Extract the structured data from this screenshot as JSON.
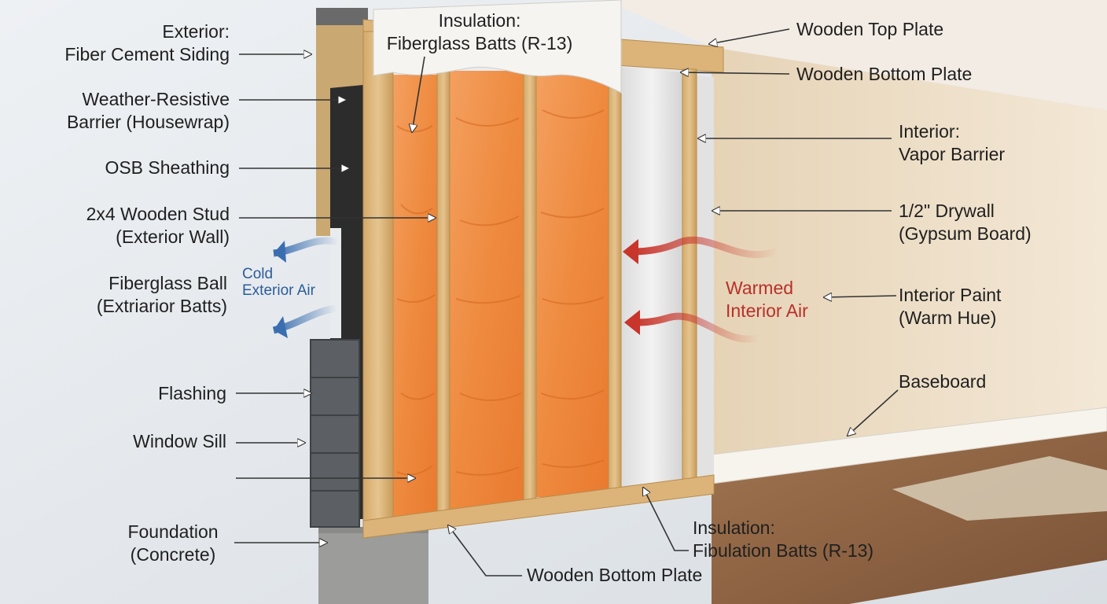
{
  "colors": {
    "insulation": "#f08a3c",
    "wood": "#dcb47a",
    "siding": "#5c6064",
    "wall_paint": "#efe1cb",
    "cold_air": "#3a6eb0",
    "warm_air": "#c8352b"
  },
  "labels": {
    "exterior_siding": [
      "Exterior:",
      "Fiber Cement Siding"
    ],
    "housewrap": [
      "Weather-Resistive",
      "Barrier (Housewrap)"
    ],
    "osb": [
      "OSB Sheathing"
    ],
    "stud": [
      "2x4 Wooden Stud",
      "(Exterior Wall)"
    ],
    "fiberglass_ball": [
      "Fiberglass Ball",
      "(Extriarior Batts)"
    ],
    "flashing": [
      "Flashing"
    ],
    "window_sill": [
      "Window Sill"
    ],
    "foundation": [
      "Foundation",
      "(Concrete)"
    ],
    "insulation_top": [
      "Insulation:",
      "Fiberglass Batts (R-13)"
    ],
    "top_plate": [
      "Wooden Top Plate"
    ],
    "bottom_plate_top": [
      "Wooden Bottom Plate"
    ],
    "vapor_barrier": [
      "Interior:",
      "Vapor Barrier"
    ],
    "drywall": [
      "1/2\" Drywall",
      "(Gypsum Board)"
    ],
    "interior_paint": [
      "Interior Paint",
      "(Warm Hue)"
    ],
    "baseboard": [
      "Baseboard"
    ],
    "insulation_bottom": [
      "Insulation:",
      "Fibulation Batts (R-13)"
    ],
    "bottom_plate_bottom": [
      "Wooden Bottom Plate"
    ]
  },
  "air": {
    "cold": [
      "Cold",
      "Exterior Air"
    ],
    "warm": [
      "Warmed",
      "Interior Air"
    ]
  }
}
